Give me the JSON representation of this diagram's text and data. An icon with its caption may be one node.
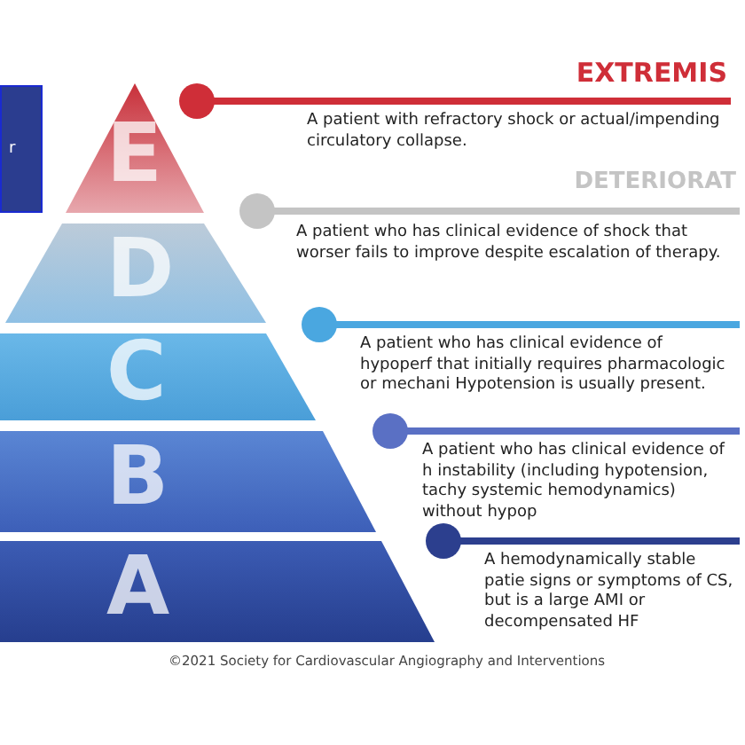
{
  "diagram": {
    "caption": "©2021 Society for Cardiovascular Angiography and Interventions",
    "nodes": [
      {
        "text": [
          "r"
        ]
      },
      {
        "text": [
          "E"
        ]
      },
      {
        "text": [
          "D"
        ]
      },
      {
        "text": [
          "C"
        ]
      },
      {
        "text": [
          "B"
        ]
      },
      {
        "text": [
          "A"
        ]
      },
      {
        "text": [
          "EXTREMIS",
          "A patient with refractory shock or actual/impending circulatory collapse."
        ]
      },
      {
        "text": [
          "DETERIORAT",
          "A patient who has clinical evidence of shock that worser fails to improve despite escalation of therapy."
        ]
      },
      {
        "text": [
          "A patient who has clinical evidence of hypoperf that initially requires pharmacologic or mechani Hypotension is usually present."
        ]
      },
      {
        "text": [
          "A patient who has clinical evidence of h instability (including hypotension, tachy systemic hemodynamics) without hypop"
        ]
      },
      {
        "text": [
          "A hemodynamically stable patie signs or symptoms of CS, but is a large AMI or decompensated HF"
        ]
      }
    ]
  }
}
